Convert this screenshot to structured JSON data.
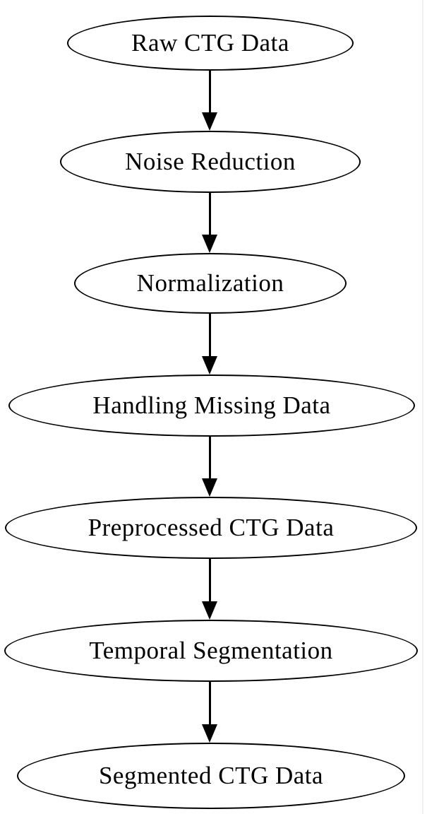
{
  "diagram": {
    "type": "flowchart",
    "direction": "top-down",
    "colors": {
      "background": "#ffffff",
      "node_fill": "#ffffff",
      "node_stroke": "#000000",
      "text": "#000000",
      "arrow": "#000000"
    },
    "nodes": [
      {
        "label": "Raw CTG Data"
      },
      {
        "label": "Noise Reduction"
      },
      {
        "label": "Normalization"
      },
      {
        "label": "Handling Missing Data"
      },
      {
        "label": "Preprocessed CTG Data"
      },
      {
        "label": "Temporal Segmentation"
      },
      {
        "label": "Segmented CTG Data"
      }
    ],
    "edges": [
      {
        "from": "Raw CTG Data",
        "to": "Noise Reduction"
      },
      {
        "from": "Noise Reduction",
        "to": "Normalization"
      },
      {
        "from": "Normalization",
        "to": "Handling Missing Data"
      },
      {
        "from": "Handling Missing Data",
        "to": "Preprocessed CTG Data"
      },
      {
        "from": "Preprocessed CTG Data",
        "to": "Temporal Segmentation"
      },
      {
        "from": "Temporal Segmentation",
        "to": "Segmented CTG Data"
      }
    ]
  }
}
